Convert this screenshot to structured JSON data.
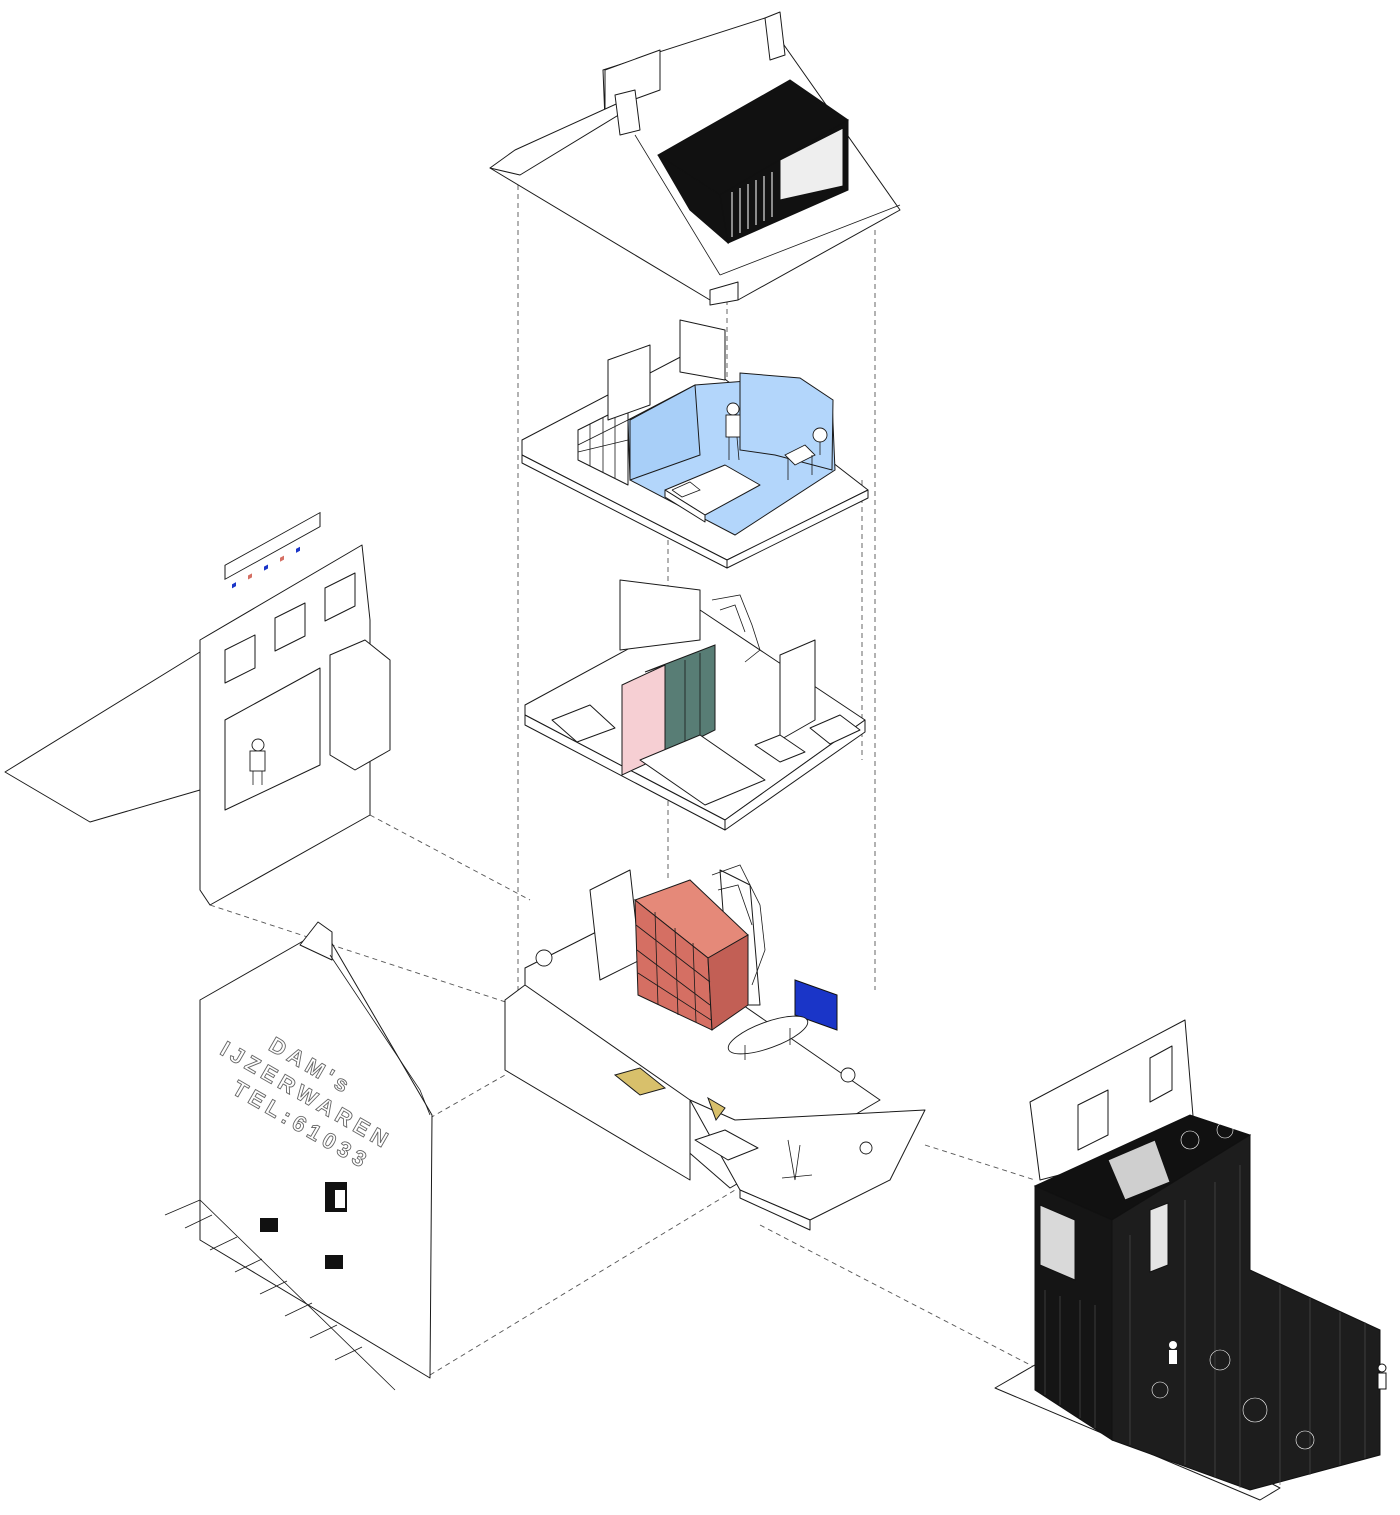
{
  "facade_sign": {
    "line1": "DAM's",
    "line2": "IJZERWAREN",
    "line3": "TEL:61033"
  },
  "palette": {
    "bedroom_blue": "#b3d6fb",
    "cabinet_pink": "#f6cfd3",
    "cabinet_green": "#587d75",
    "storage_terracotta": "#d56f63",
    "shelf_blue": "#1a35c8",
    "stair_ochre": "#d8c06b",
    "cladding_black": "#111111",
    "line": "#1a1a1a"
  },
  "diagram": {
    "type": "exploded-axonometric",
    "components": [
      "roof-with-dormer",
      "top-floor-bedroom",
      "first-floor-bedrooms",
      "ground-floor-living",
      "street-facade-shopfront",
      "side-gable-wall",
      "rear-extension-with-garden"
    ]
  }
}
